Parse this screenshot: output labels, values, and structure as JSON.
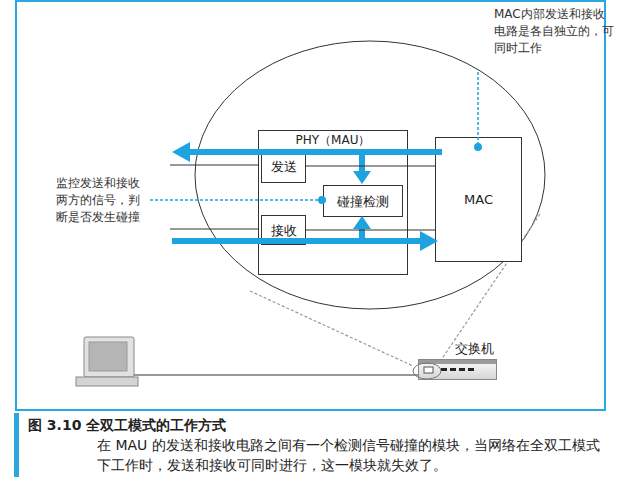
{
  "diagram": {
    "title": "图 3.10 全双工模式的工作方式",
    "caption": "在 MAU 的发送和接收电路之间有一个检测信号碰撞的模块，当网络在全双工模式下工作时，发送和接收可同时进行，这一模块就失效了。",
    "nodes": [
      {
        "text": [
          "PHY（MAU）"
        ]
      },
      {
        "text": [
          "发送"
        ],
        "in": 0
      },
      {
        "text": [
          "碰撞检测"
        ],
        "in": 0
      },
      {
        "text": [
          "接收"
        ],
        "in": 0
      },
      {
        "text": [
          "MAC"
        ]
      },
      {
        "text": [
          "交换机"
        ]
      }
    ],
    "edges": [
      {
        "from": 1,
        "to": 4,
        "arrow": "none"
      },
      {
        "from": 3,
        "to": 4,
        "arrow": "none"
      }
    ],
    "labels": [
      "MAC内部发送和接收电路是各自独立的，可同时工作",
      "监控发送和接收两方的信号，判断是否发生碰撞"
    ]
  }
}
